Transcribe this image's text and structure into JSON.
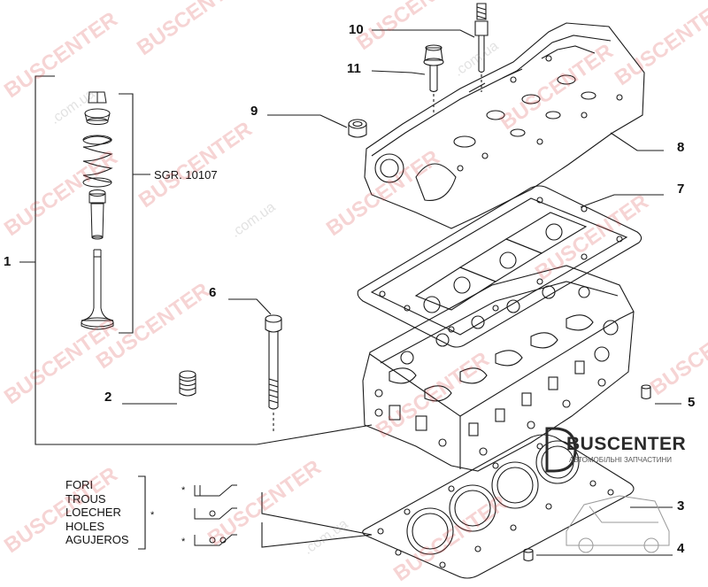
{
  "callouts": {
    "n1": "1",
    "n2": "2",
    "n3": "3",
    "n4": "4",
    "n5": "5",
    "n6": "6",
    "n7": "7",
    "n8": "8",
    "n9": "9",
    "n10": "10",
    "n11": "11"
  },
  "subgroup_ref": "SGR. 10107",
  "hole_labels": [
    "FORI",
    "TROUS",
    "LOECHER",
    "HOLES",
    "AGUJEROS"
  ],
  "hole_markers": [
    "*",
    "*",
    "*"
  ],
  "watermark": {
    "brand": "BUSCENTER",
    "domain": ".com.ua"
  },
  "logo": {
    "name": "BUSCENTER",
    "tagline": "АВТОМОБІЛЬНІ ЗАПЧАСТИНИ"
  },
  "colors": {
    "line": "#1a1a1a",
    "watermark": "#d63c3c",
    "background": "#ffffff"
  }
}
